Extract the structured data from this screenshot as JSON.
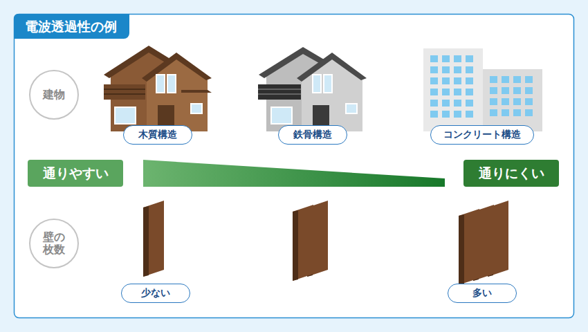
{
  "diagram": {
    "title": "電波透過性の例",
    "nodes": [
      {
        "text": [
          "建物"
        ]
      },
      {
        "text": [
          "木質構造"
        ]
      },
      {
        "text": [
          "鉄骨構造"
        ]
      },
      {
        "text": [
          "コンクリート構造"
        ]
      },
      {
        "text": [
          "通りやすい"
        ]
      },
      {
        "text": [
          "通りにくい"
        ]
      },
      {
        "text": [
          "壁の 枚数"
        ]
      },
      {
        "text": [
          "少ない"
        ]
      },
      {
        "text": [
          "多い"
        ]
      }
    ]
  }
}
